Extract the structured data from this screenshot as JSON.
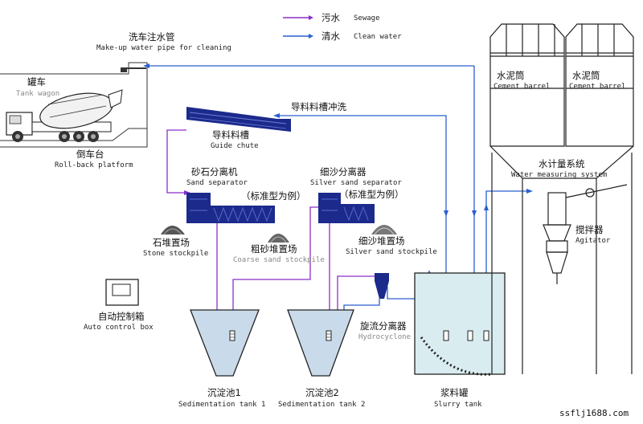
{
  "legend": {
    "sewage_zh": "污水",
    "sewage_en": "Sewage",
    "clean_zh": "清水",
    "clean_en": "Clean water"
  },
  "colors": {
    "sewage": "#8b2fc9",
    "clean": "#2a5fd1",
    "chute": "#1c2a8c",
    "tank_fill": "#c9daea",
    "slurry_fill": "#d9ecf0"
  },
  "labels": {
    "pipe_zh": "洗车注水管",
    "pipe_en": "Make-up water pipe for cleaning",
    "wagon_zh": "罐车",
    "wagon_en": "Tank wagon",
    "platform_zh": "倒车台",
    "platform_en": "Roll-back platform",
    "flush_zh": "导料料槽冲洗",
    "chute_zh": "导料料槽",
    "chute_en": "Guide chute",
    "sand_sep_zh": "砂石分离机",
    "sand_sep_en": "Sand separator",
    "standard_1": "（标准型为例）",
    "silver_sep_zh": "细沙分离器",
    "silver_sep_en": "Silver sand separator",
    "standard_2": "（标准型为例）",
    "stone_zh": "石堆置场",
    "stone_en": "Stone stockpile",
    "coarse_zh": "粗砂堆置场",
    "coarse_en": "Coarse sand stockpile",
    "silver_pile_zh": "细沙堆置场",
    "silver_pile_en": "Silver sand stockpile",
    "control_zh": "自动控制箱",
    "control_en": "Auto control box",
    "hydro_zh": "旋流分离器",
    "hydro_en": "Hydrocyclone",
    "tank1_zh": "沉淀池1",
    "tank1_en": "Sedimentation tank 1",
    "tank2_zh": "沉淀池2",
    "tank2_en": "Sedimentation tank 2",
    "slurry_zh": "浆料罐",
    "slurry_en": "Slurry tank",
    "cement1_zh": "水泥筒",
    "cement1_en": "Cement barrel",
    "cement2_zh": "水泥筒",
    "cement2_en": "Cement barrel",
    "water_sys_zh": "水计量系统",
    "water_sys_en": "Water measuring system",
    "agitator_zh": "搅拌器",
    "agitator_en": "Agitator"
  },
  "watermark": "ssflj1688.com"
}
